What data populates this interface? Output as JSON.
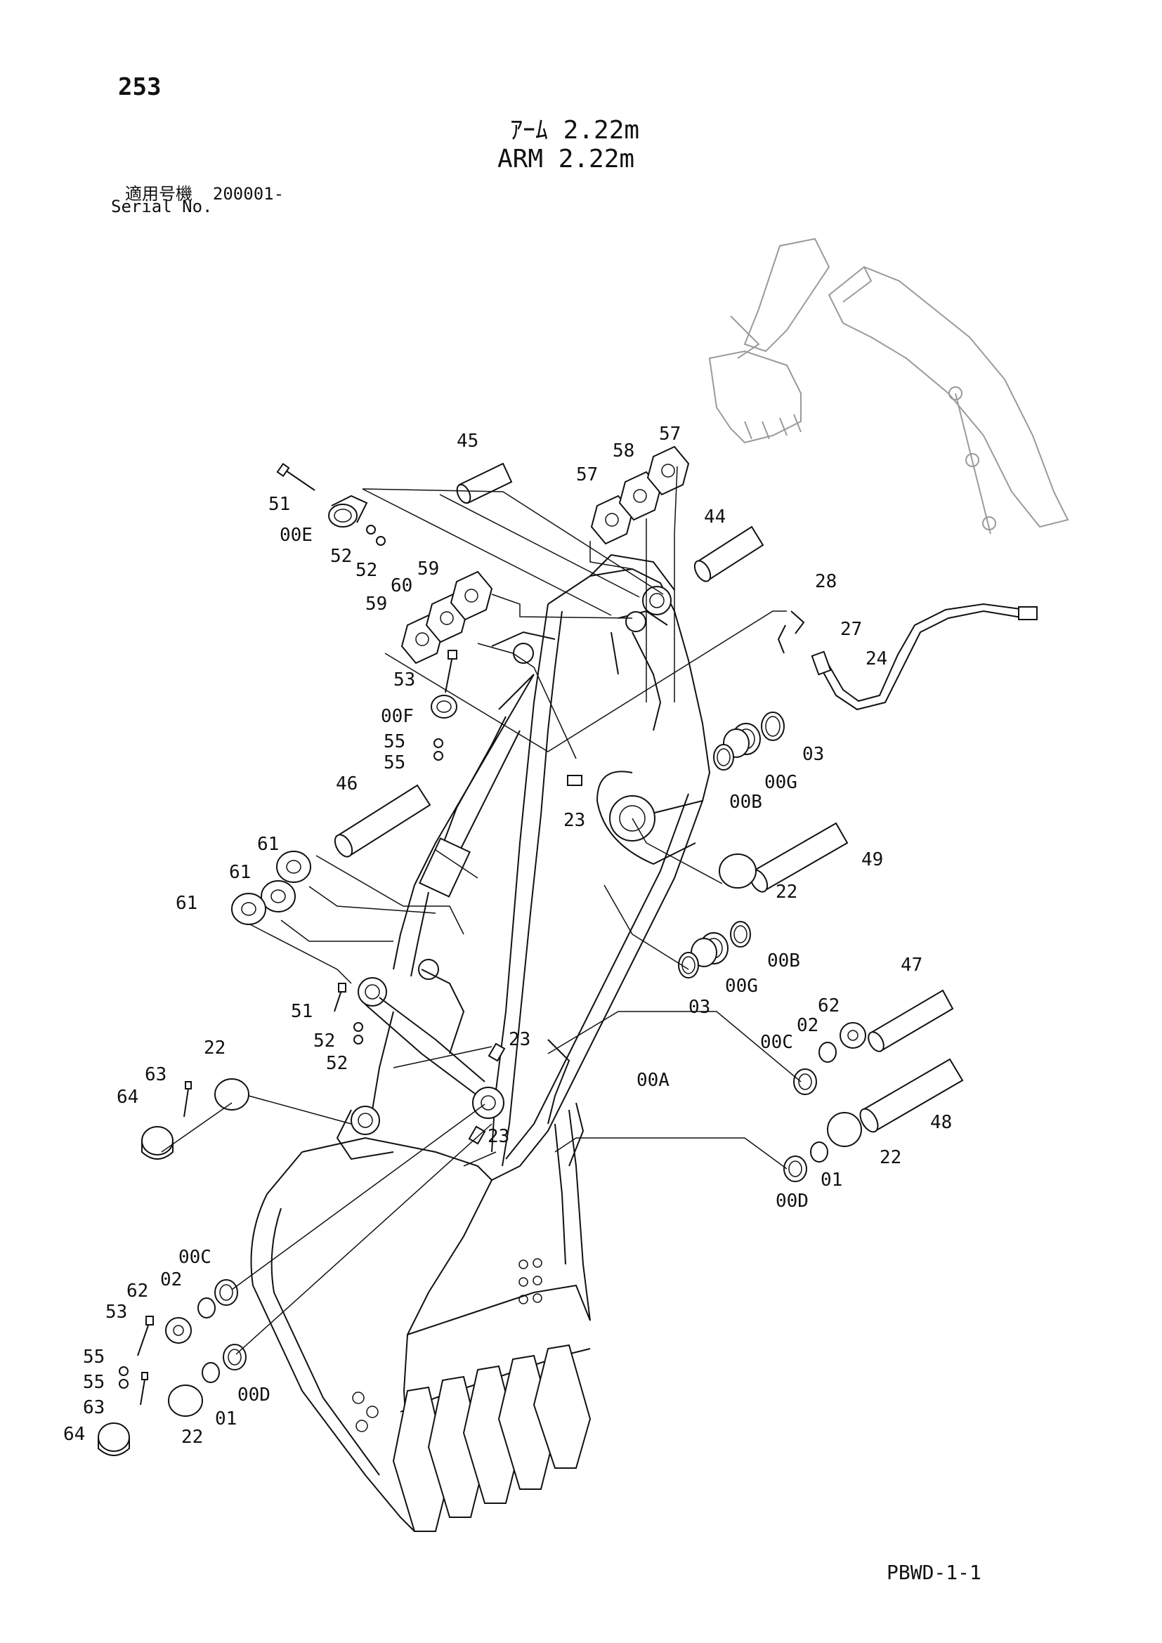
{
  "header": {
    "page_number": "253",
    "title_jp": "ｱｰﾑ 2.22m",
    "title_en": "ARM 2.22m",
    "serial_label_jp": "適用号機",
    "serial_value": "200001-",
    "serial_label_en": "Serial No."
  },
  "footer": {
    "page_code": "PBWD-1-1"
  },
  "callouts": {
    "c51a": "51",
    "c00E": "00E",
    "c52a": "52",
    "c52b": "52",
    "c45": "45",
    "c57a": "57",
    "c58": "58",
    "c57b": "57",
    "c44": "44",
    "c59a": "59",
    "c60": "60",
    "c59b": "59",
    "c28": "28",
    "c27": "27",
    "c24": "24",
    "c53a": "53",
    "c00F": "00F",
    "c55a": "55",
    "c55b": "55",
    "c03a": "03",
    "c00Ga": "00G",
    "c00Ba": "00B",
    "c46": "46",
    "c23a": "23",
    "c49": "49",
    "c61a": "61",
    "c61b": "61",
    "c61c": "61",
    "c22a": "22",
    "c00Bb": "00B",
    "c00Gb": "00G",
    "c03b": "03",
    "c51b": "51",
    "c52c": "52",
    "c52d": "52",
    "c47": "47",
    "c62a": "62",
    "c02a": "02",
    "c00Ca": "00C",
    "c22b": "22",
    "c63a": "63",
    "c64a": "64",
    "c23b": "23",
    "c00A": "00A",
    "c48": "48",
    "c23c": "23",
    "c22c": "22",
    "c01a": "01",
    "c00Da": "00D",
    "c00Cb": "00C",
    "c02b": "02",
    "c62b": "62",
    "c53b": "53",
    "c55c": "55",
    "c55d": "55",
    "c63b": "63",
    "c64b": "64",
    "c01b": "01",
    "c00Db": "00D",
    "c22d": "22"
  }
}
